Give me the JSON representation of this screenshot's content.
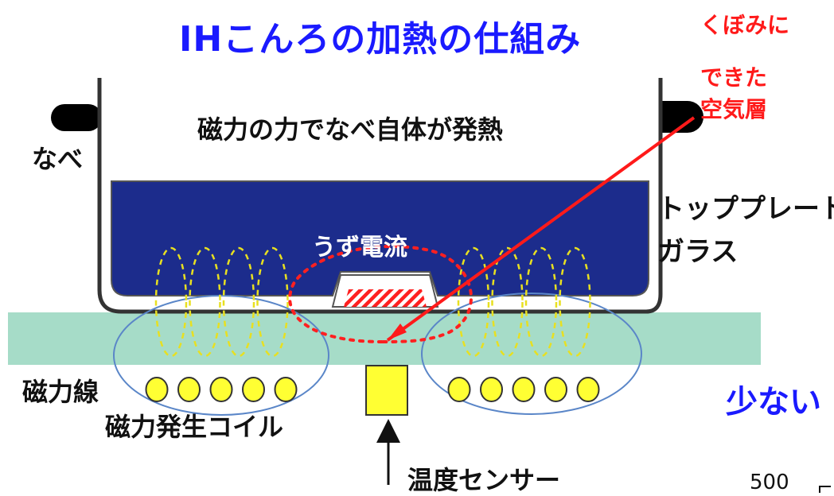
{
  "diagram": {
    "title": "IHこんろの加熱の仕組み",
    "labels": {
      "pot": "なべ",
      "pot_heat": "磁力の力でなべ自体が発熱",
      "eddy_current": "うず電流",
      "top_plate_line1": "トッププレート",
      "top_plate_line2": "ガラス",
      "magnetic_lines": "磁力線",
      "coil": "磁力発生コイル",
      "sensor": "温度センサー",
      "air_layer_line1": "くぼみに",
      "air_layer_line2": "できた",
      "air_layer_line3": "空気層"
    },
    "cropped_text": {
      "blue_fragment": "少ない",
      "axis_fragment": "500"
    },
    "colors": {
      "title": "#1a1aff",
      "annotation_red": "#ff1a1a",
      "water": "#1c2c8c",
      "top_plate": "#a6dcc8",
      "coil": "#ffff33",
      "field_lines": "#e8e020",
      "coil_region_outline": "#5a86c8",
      "sensor": "#ffff33",
      "pot_outline": "#333333"
    },
    "coil_turns_per_side": 5,
    "field_loops_per_side": 4
  }
}
